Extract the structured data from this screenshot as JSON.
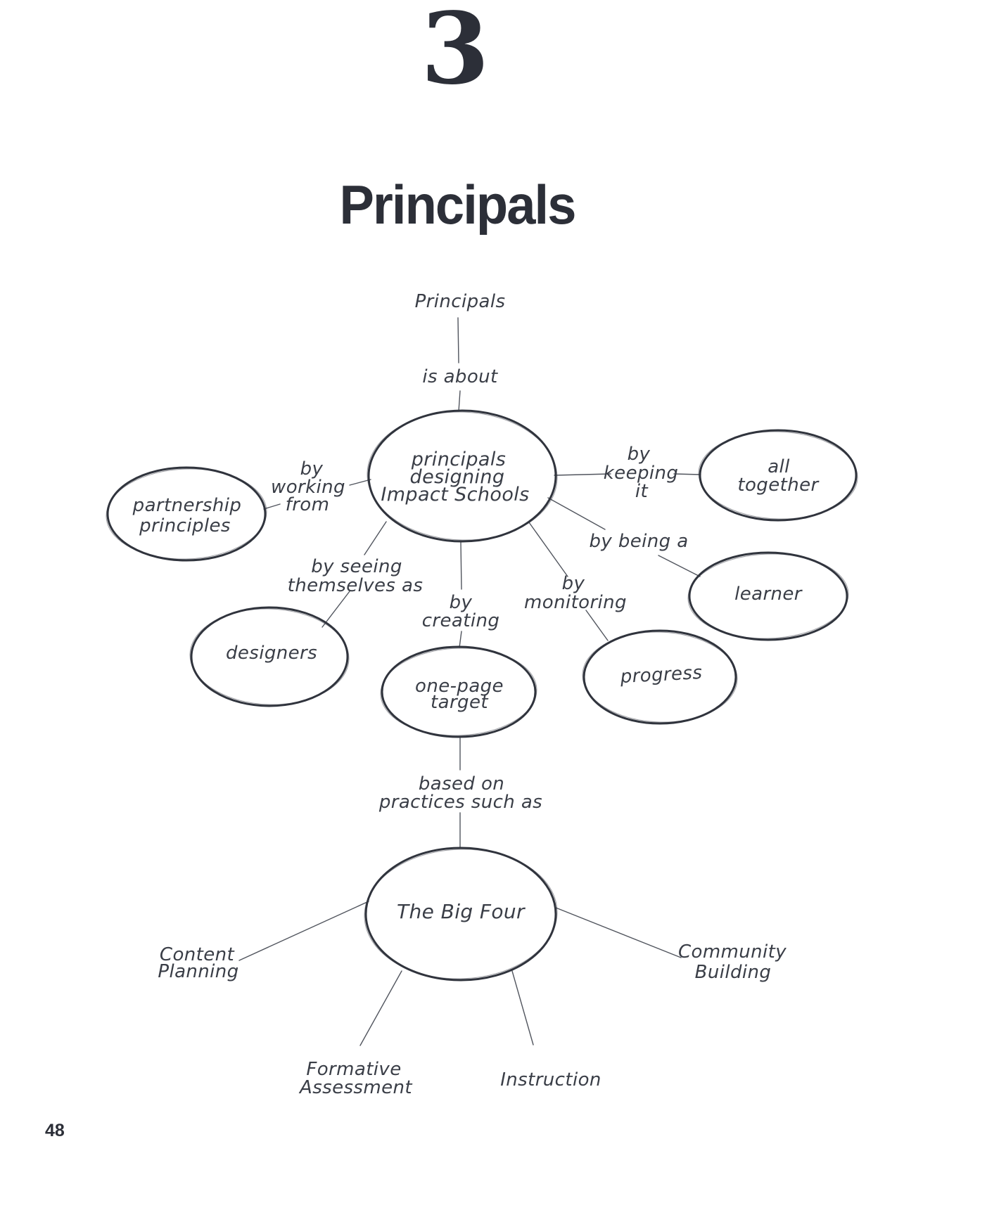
{
  "page": {
    "chapter_number": "3",
    "title": "Principals",
    "page_number": "48"
  },
  "colors": {
    "ink": "#30343d",
    "handwriting": "#3a3e47",
    "heading": "#2c2f38",
    "background": "#ffffff"
  },
  "diagram": {
    "root": "Principals",
    "is_about": "is about",
    "center_lines": [
      "principals",
      "designing",
      "Impact Schools"
    ],
    "by_working": [
      "by",
      "working",
      "from"
    ],
    "partnership": [
      "partnership",
      "principles"
    ],
    "by_keeping": [
      "by",
      "keeping",
      "it"
    ],
    "all_together": [
      "all",
      "together"
    ],
    "by_being": "by being a",
    "learner": "learner",
    "by_seeing": [
      "by seeing",
      "themselves as"
    ],
    "designers": "designers",
    "by_creating": [
      "by",
      "creating"
    ],
    "by_monitoring": [
      "by",
      "monitoring"
    ],
    "one_page": [
      "one-page",
      "target"
    ],
    "progress": "progress",
    "based_on": [
      "based on",
      "practices such as"
    ],
    "big_four": "The Big Four",
    "content_planning": [
      "Content",
      "Planning"
    ],
    "formative_assessment": [
      "Formative",
      "Assessment"
    ],
    "instruction": "Instruction",
    "community_building": [
      "Community",
      "Building"
    ]
  }
}
